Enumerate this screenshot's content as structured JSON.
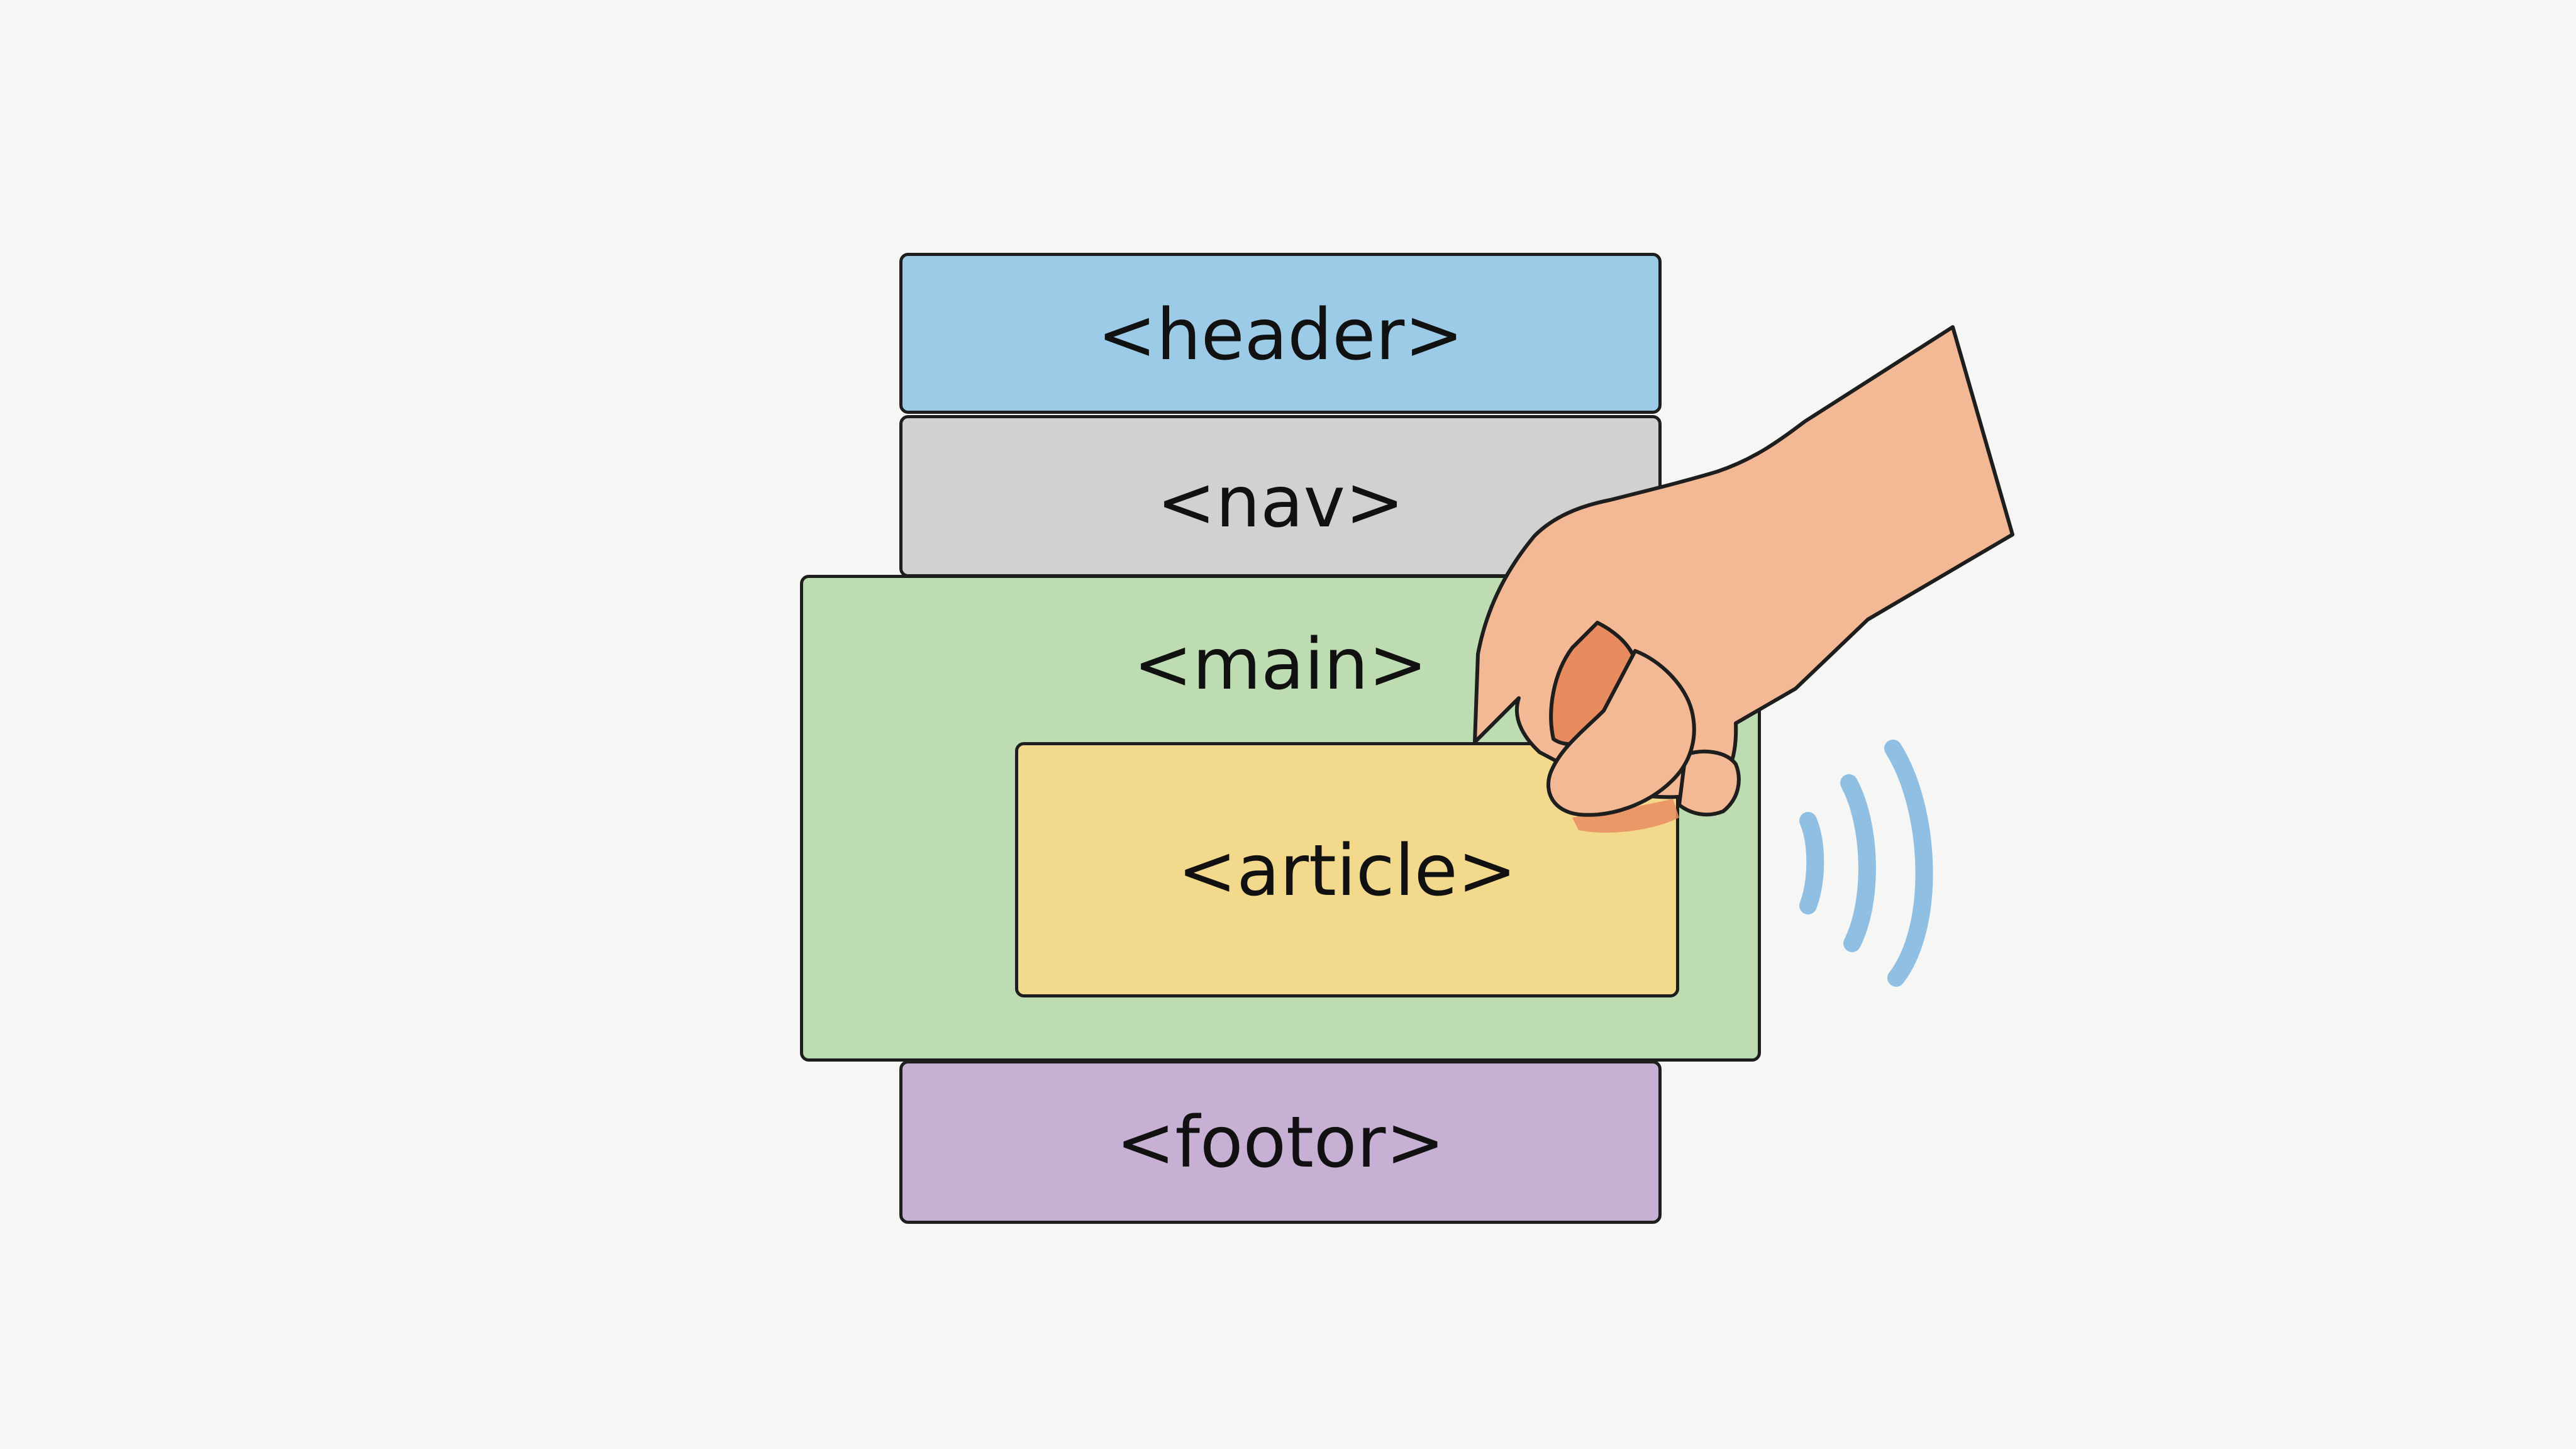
{
  "blocks": {
    "header": {
      "label": "<header>",
      "color": "#9ccbe8"
    },
    "nav": {
      "label": "<nav>",
      "color": "#d1d1d0"
    },
    "main": {
      "label": "<main>",
      "color": "#bedcb2"
    },
    "article": {
      "label": "<article>",
      "color": "#f3d98b"
    },
    "footer": {
      "label": "<footor>",
      "color": "#c7b0d4"
    }
  },
  "hand": {
    "skin": "#f3b995",
    "shadow": "#e88c60",
    "icon": "hand-pointer-icon"
  },
  "signal": {
    "color": "#8fc0e4",
    "icon": "signal-waves-icon"
  }
}
